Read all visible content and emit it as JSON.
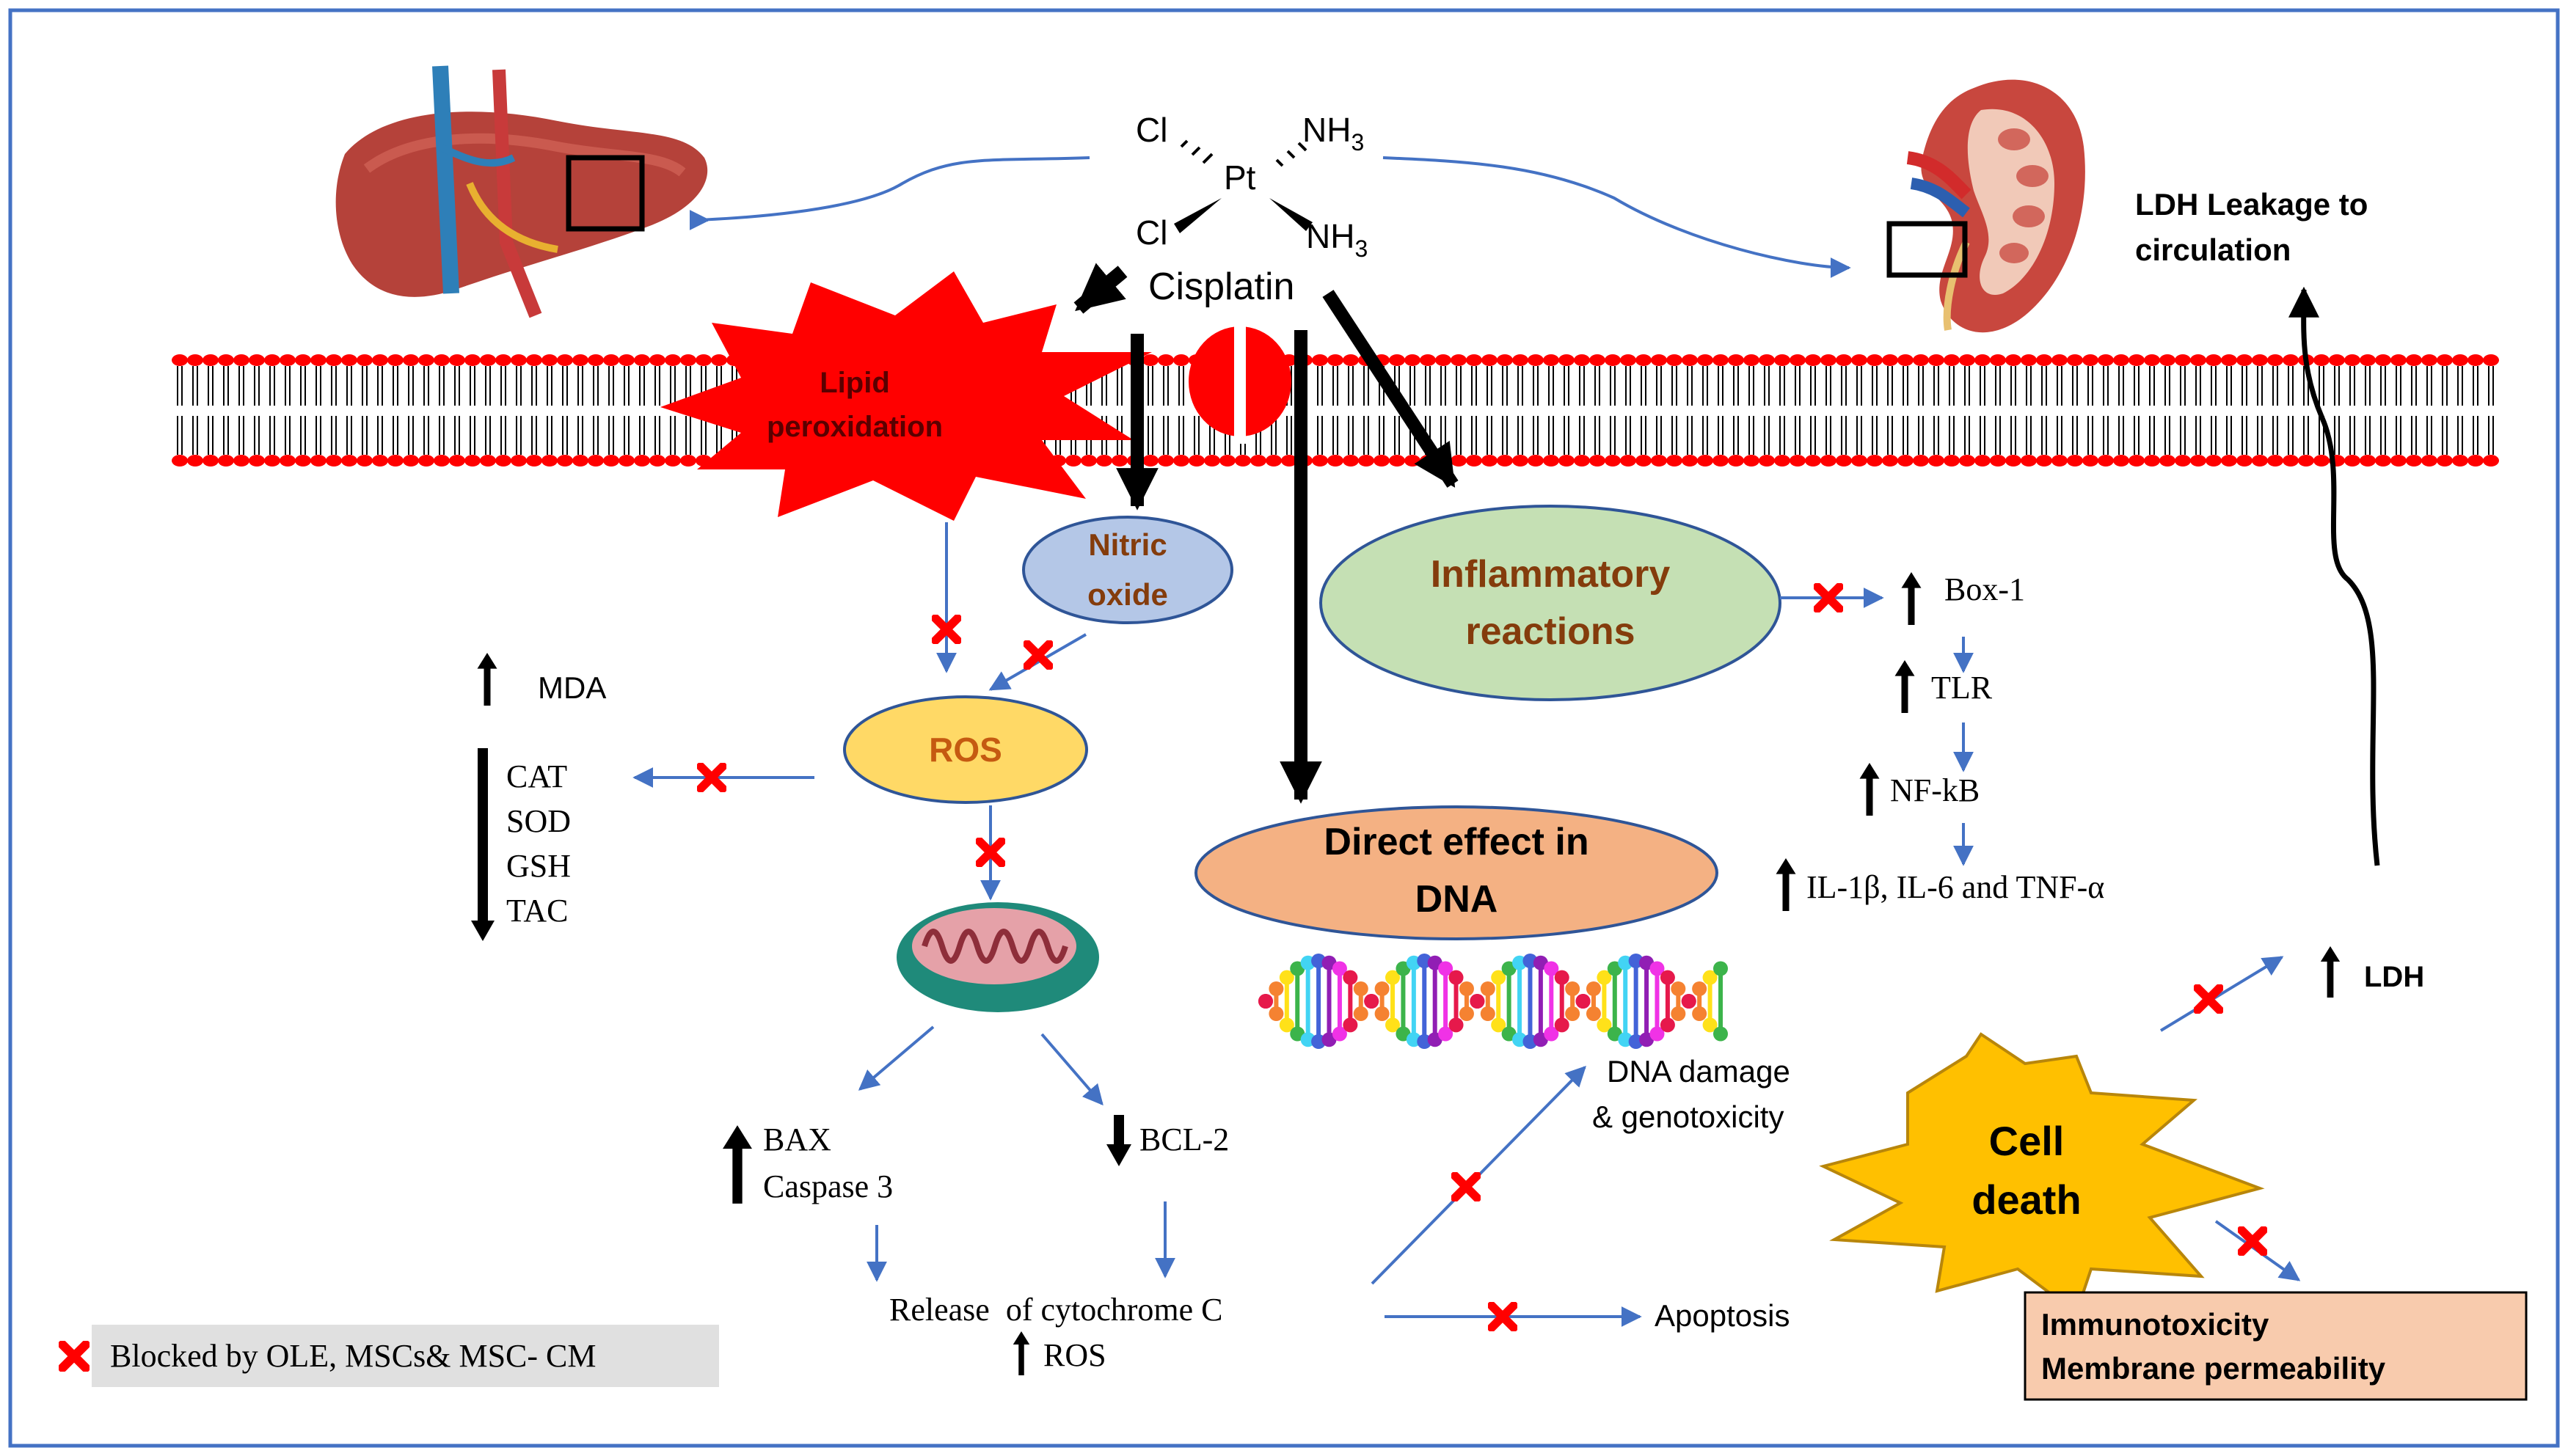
{
  "molecule": {
    "cl_top": "Cl",
    "cl_bottom": "Cl",
    "pt": "Pt",
    "nh3_top": "NH",
    "nh3_bottom": "NH",
    "subscript": "3",
    "name": "Cisplatin"
  },
  "labels": {
    "ldh_leakage_line1": "LDH Leakage to",
    "ldh_leakage_line2": "circulation",
    "lipid_line1": "Lipid",
    "lipid_line2": "peroxidation",
    "nitric_line1": "Nitric",
    "nitric_line2": "oxide",
    "inflam_line1": "Inflammatory",
    "inflam_line2": "reactions",
    "ros": "ROS",
    "dna_line1": "Direct effect in",
    "dna_line2": "DNA",
    "mda": "MDA",
    "cat": "CAT",
    "sod": "SOD",
    "gsh": "GSH",
    "tac": "TAC",
    "box1": "Box-1",
    "tlr": "TLR",
    "nfkb": "NF-kB",
    "cytokines": "IL-1β, IL-6 and TNF-α",
    "bax": "BAX",
    "caspase": "Caspase 3",
    "bcl2": "BCL-2",
    "cytochrome": "Release  of cytochrome C",
    "ros_small": "ROS",
    "dna_damage_line1": "DNA damage",
    "dna_damage_line2": "& genotoxicity",
    "apoptosis": "Apoptosis",
    "cell_line1": "Cell",
    "cell_line2": "death",
    "ldh": "LDH",
    "immuno_line1": "Immunotoxicity",
    "immuno_line2": "Membrane permeability",
    "legend": "Blocked by OLE, MSCs& MSC- CM"
  },
  "colors": {
    "frame": "#4472C4",
    "arrow_blue": "#4472C4",
    "membrane_red": "#FF0000",
    "nitric_fill": "#B4C7E7",
    "ros_fill": "#FFD966",
    "inflam_fill": "#C5E0B4",
    "dna_fill": "#F4B183",
    "cell_death_fill": "#FFC000",
    "immuno_fill": "#F8CBAD",
    "legend_fill": "#E0E0E0",
    "text_brown": "#843C0C",
    "text_orange": "#C55A11",
    "block_red": "#FF0000"
  },
  "icons": [
    "liver-illustration",
    "kidney-illustration",
    "mitochondrion-icon",
    "dna-helix-icon",
    "block-x-icon"
  ]
}
